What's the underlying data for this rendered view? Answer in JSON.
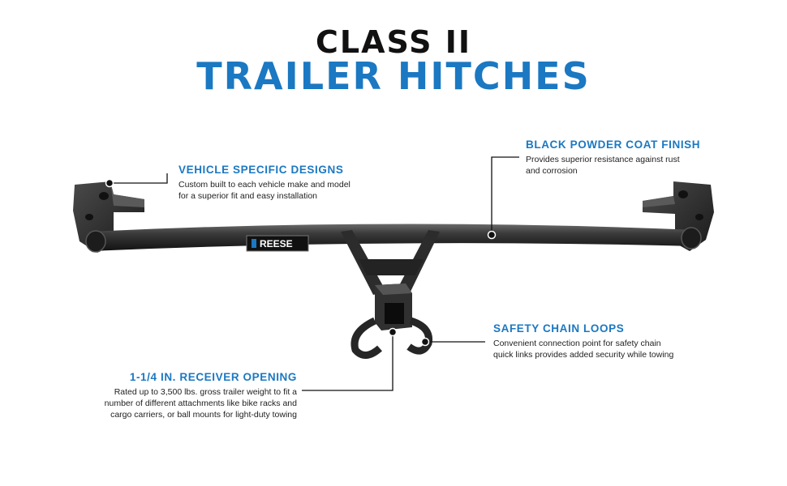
{
  "title": {
    "line1": "CLASS II",
    "line2": "TRAILER HITCHES"
  },
  "brand_label": "REESE",
  "colors": {
    "accent": "#1b78c2",
    "hitch": "#2b2b2b"
  },
  "callouts": {
    "vehicle_specific": {
      "heading": "VEHICLE SPECIFIC DESIGNS",
      "line1": "Custom built to each vehicle make and model",
      "line2": "for a superior fit and easy installation"
    },
    "powder_coat": {
      "heading": "BLACK POWDER COAT FINISH",
      "line1": "Provides superior resistance against rust",
      "line2": "and corrosion"
    },
    "safety_chain": {
      "heading": "SAFETY CHAIN LOOPS",
      "line1": "Convenient connection point for safety chain",
      "line2": "quick links provides added security while towing"
    },
    "receiver_opening": {
      "heading": "1-1/4 IN. RECEIVER OPENING",
      "line1": "Rated up to 3,500 lbs. gross trailer weight to fit a",
      "line2": "number of different attachments like bike racks and",
      "line3": "cargo carriers, or ball mounts for light-duty towing"
    }
  }
}
